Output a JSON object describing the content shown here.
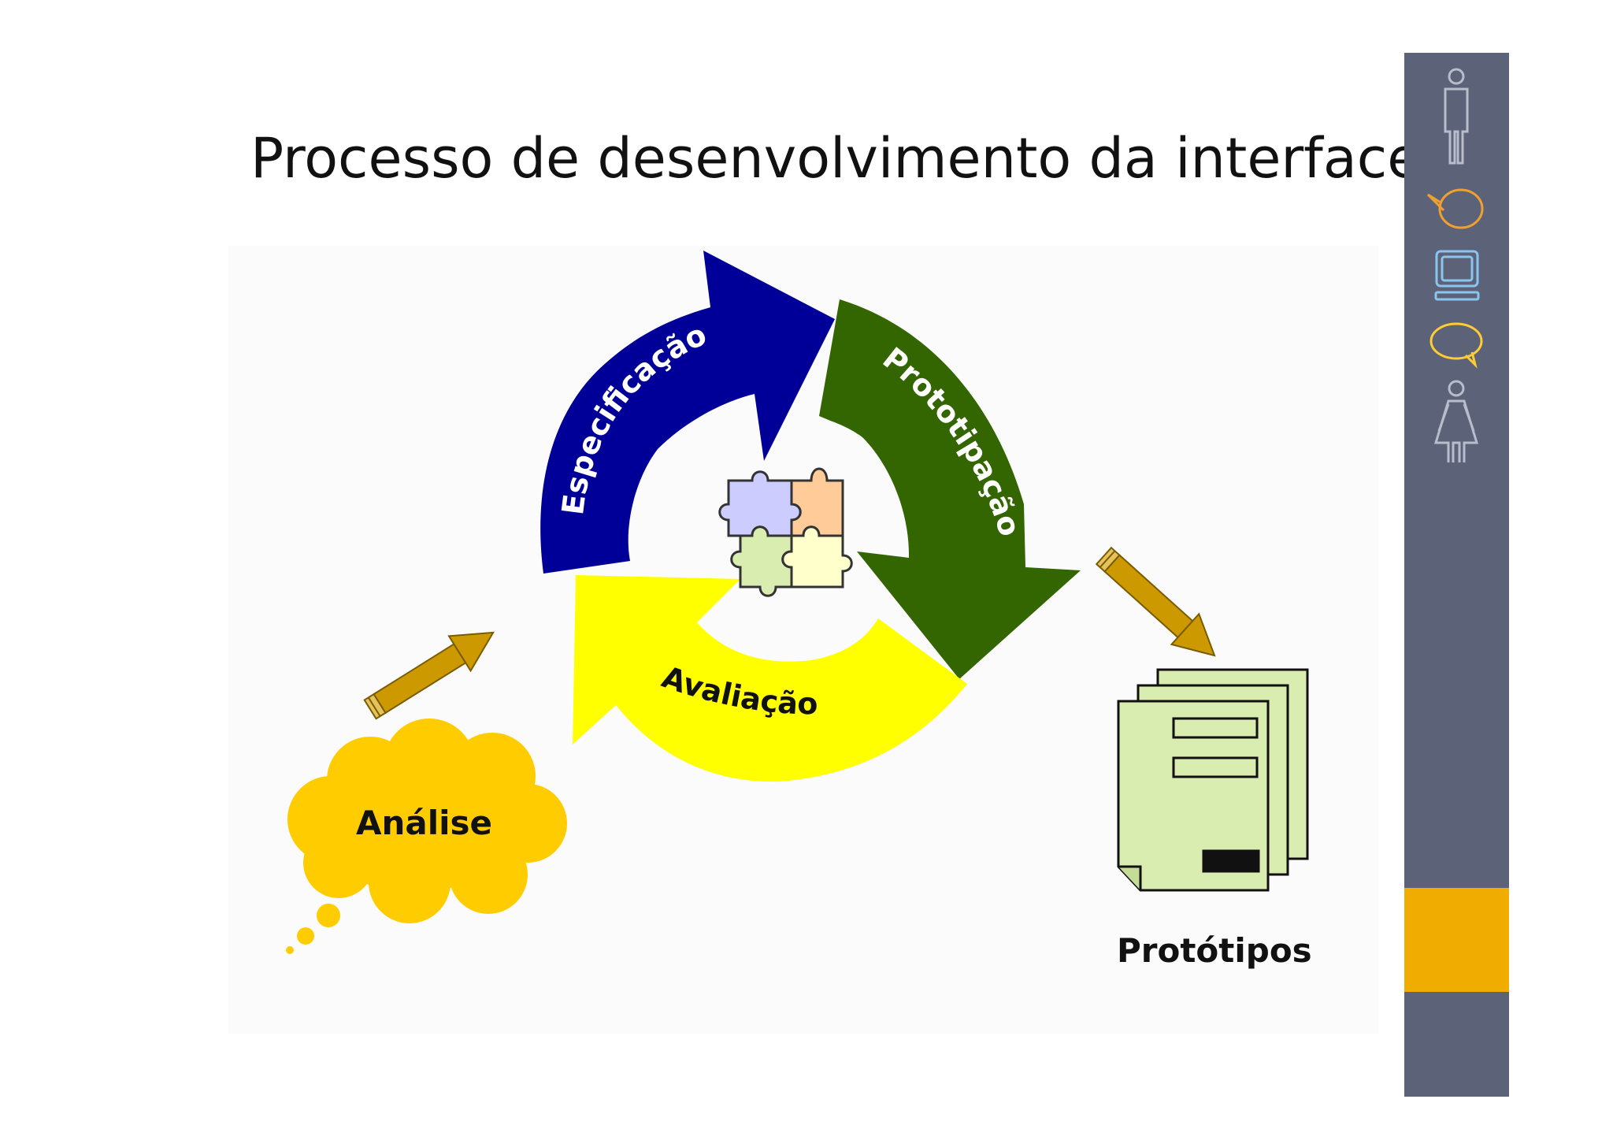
{
  "slide": {
    "title": "Processo de desenvolvimento da interface"
  },
  "diagram": {
    "stages": {
      "specification": "Especificação",
      "prototyping": "Prototipação",
      "evaluation": "Avaliação"
    },
    "analysis": "Análise",
    "prototypes": "Protótipos"
  },
  "colors": {
    "specification": "#000099",
    "prototyping": "#336600",
    "evaluation": "#ffff00",
    "analysis_cloud": "#ffcc00",
    "pencil": "#cc9900",
    "document": "#d9edb0",
    "sidebar": "#5c6378",
    "sidebar_accent": "#f0ad00"
  },
  "sidebar_icons": [
    "man-icon",
    "speech-bubble-icon",
    "monitor-icon",
    "speech-bubble-icon",
    "woman-icon"
  ]
}
